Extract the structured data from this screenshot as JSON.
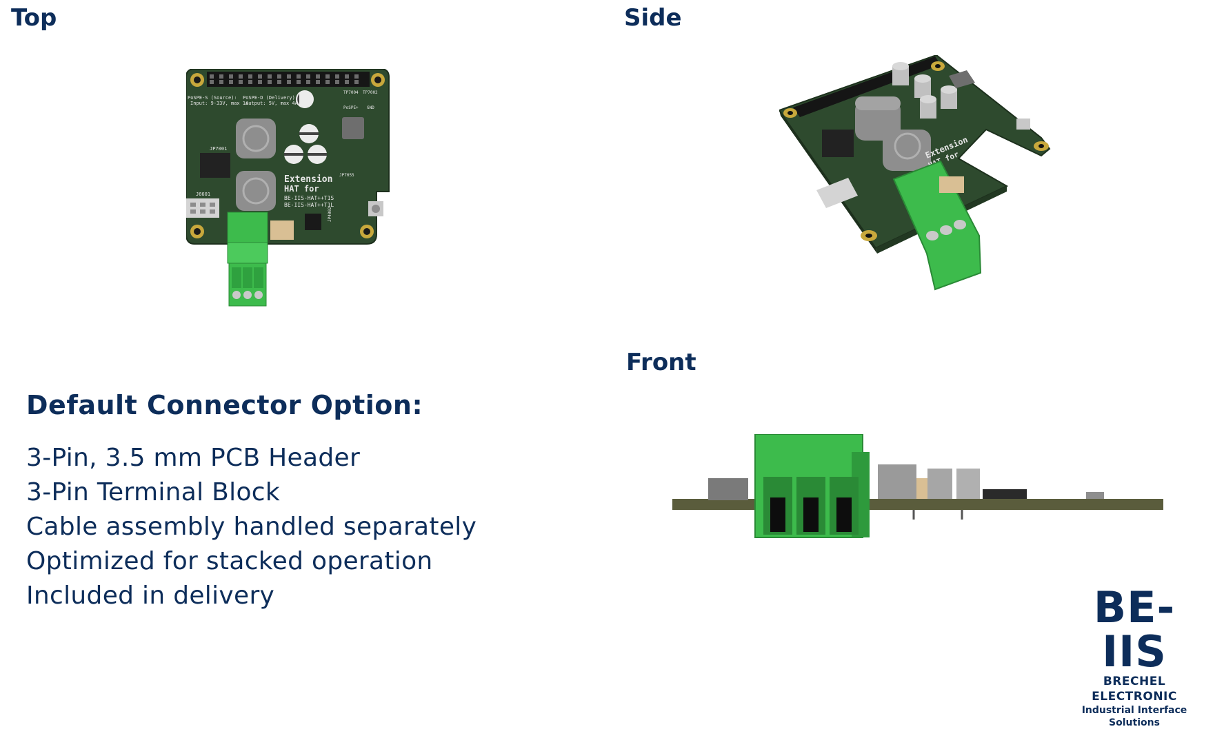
{
  "views": {
    "top": {
      "label": "Top"
    },
    "side": {
      "label": "Side"
    },
    "front": {
      "label": "Front"
    }
  },
  "pcb_silkscreen": {
    "source": "PoSPE-S (Source):",
    "source_input": "Input: 9-33V, max 1A",
    "delivery": "PoSPE-D (Delivery):",
    "delivery_output": "output: 5V, max 4A",
    "tp7004": "TP7004",
    "tp7002": "TP7002",
    "pospe_plus": "PoSPE+",
    "gnd": "GND",
    "jp7001": "JP7001",
    "j6601": "J6601",
    "jp7055": "JP7055",
    "jp4002": "JP4002",
    "title_line1": "Extension",
    "title_line2": "HAT for",
    "title_line3": "BE-IIS-HAT++T1S",
    "title_line4": "BE-IIS-HAT++T1L"
  },
  "colors": {
    "title": "#0d2d5a",
    "pcb": "#2e4a2e",
    "connector": "#3dbb4c",
    "pad": "#c8a83c"
  },
  "info": {
    "heading": "Default Connector Option:",
    "features": [
      "3-Pin, 3.5 mm PCB Header",
      "3-Pin Terminal Block",
      "Cable assembly handled separately",
      "Optimized for stacked operation",
      "Included in delivery"
    ]
  },
  "logo": {
    "mark": "BE-IIS",
    "company": "BRECHEL ELECTRONIC",
    "tagline": "Industrial Interface Solutions"
  }
}
